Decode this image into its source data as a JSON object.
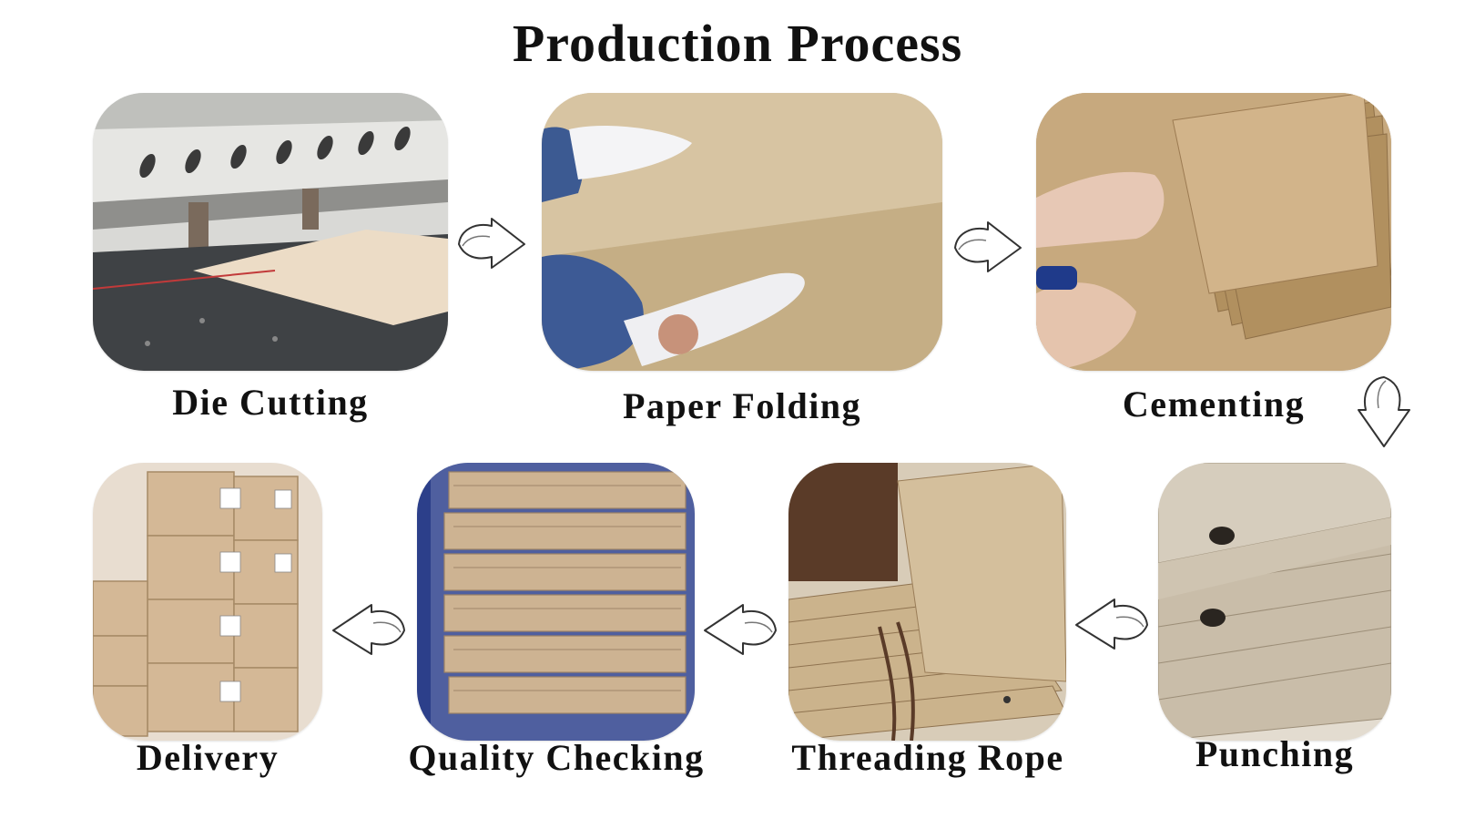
{
  "title": "Production Process",
  "steps": [
    {
      "label": "Die Cutting"
    },
    {
      "label": "Paper Folding"
    },
    {
      "label": "Cementing"
    },
    {
      "label": "Punching"
    },
    {
      "label": "Threading Rope"
    },
    {
      "label": "Quality Checking"
    },
    {
      "label": "Delivery"
    }
  ],
  "colors": {
    "kraft": "#c9ab80",
    "kraft_dark": "#a88860",
    "text": "#111111"
  }
}
